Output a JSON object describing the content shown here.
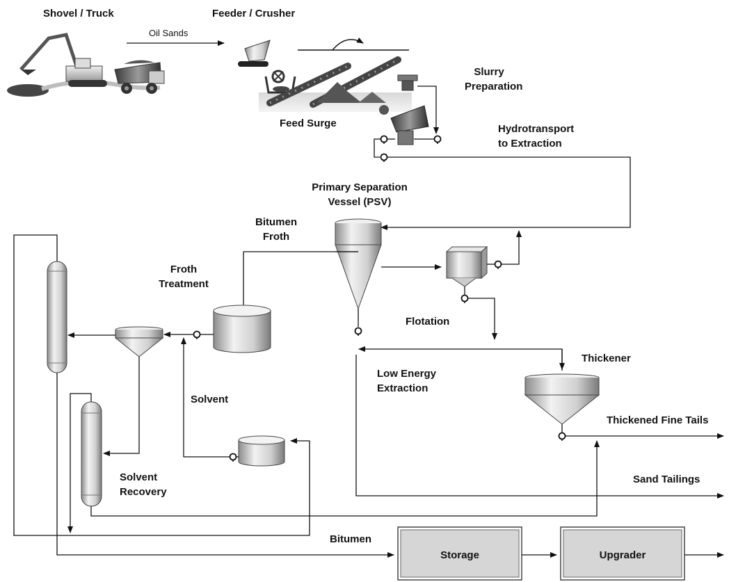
{
  "labels": {
    "shovel_truck": "Shovel / Truck",
    "oil_sands": "Oil Sands",
    "feeder_crusher": "Feeder / Crusher",
    "slurry_1": "Slurry",
    "slurry_2": "Preparation",
    "feed_surge": "Feed Surge",
    "hydro_1": "Hydrotransport",
    "hydro_2": "to Extraction",
    "psv_1": "Primary Separation",
    "psv_2": "Vessel (PSV)",
    "bitumen_froth_1": "Bitumen",
    "bitumen_froth_2": "Froth",
    "froth_treatment_1": "Froth",
    "froth_treatment_2": "Treatment",
    "flotation": "Flotation",
    "low_energy_1": "Low Energy",
    "low_energy_2": "Extraction",
    "thickener": "Thickener",
    "thickened_fine_tails": "Thickened Fine Tails",
    "sand_tailings": "Sand Tailings",
    "solvent": "Solvent",
    "solvent_recovery_1": "Solvent",
    "solvent_recovery_2": "Recovery",
    "bitumen": "Bitumen",
    "storage": "Storage",
    "upgrader": "Upgrader"
  }
}
